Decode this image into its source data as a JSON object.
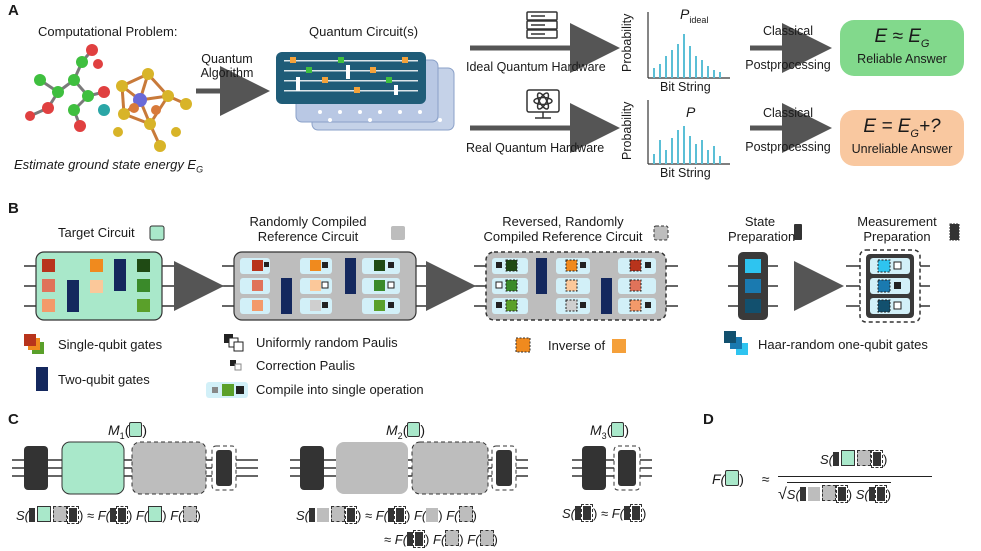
{
  "panels": {
    "a": "A",
    "b": "B",
    "c": "C",
    "d": "D"
  },
  "panel_a": {
    "problem_title": "Computational Problem:",
    "estimate_caption": "Estimate ground state energy E",
    "estimate_sub": "G",
    "algo_line1": "Quantum",
    "algo_line2": "Algorithm",
    "circuits_title": "Quantum Circuit(s)",
    "ideal_hw": "Ideal Quantum Hardware",
    "real_hw": "Real Quantum Hardware",
    "prob_axis": "Probability",
    "bit_axis": "Bit String",
    "p_ideal": "P",
    "p_ideal_sub": "ideal",
    "p_real": "P",
    "classical_line1": "Classical",
    "classical_line2": "Postprocessing",
    "reliable_eq": "E ≈ E",
    "reliable_sub": "G",
    "reliable_label": "Reliable Answer",
    "unreliable_eq": "E = E",
    "unreliable_sub": "G",
    "unreliable_tail": "+?",
    "unreliable_label": "Unreliable Answer",
    "colors": {
      "reliable": "#82d98c",
      "unreliable": "#f9c8a0",
      "circuit": "#1f5c78",
      "hist": "#5bbfd6"
    }
  },
  "panel_b": {
    "target_title": "Target Circuit",
    "ref_title1": "Randomly Compiled",
    "ref_title2": "Reference Circuit",
    "rev_title1": "Reversed, Randomly",
    "rev_title2": "Compiled Reference Circuit",
    "state_title1": "State",
    "state_title2": "Preparation",
    "meas_title1": "Measurement",
    "meas_title2": "Preparation",
    "legend_single": "Single-qubit gates",
    "legend_two": "Two-qubit gates",
    "legend_paulis": "Uniformly random Paulis",
    "legend_correction": "Correction Paulis",
    "legend_compile": "Compile into single operation",
    "legend_inverse": "Inverse of",
    "legend_haar": "Haar-random one-qubit gates"
  },
  "panel_c": {
    "m1": "M",
    "m1_sub": "1",
    "m2": "M",
    "m2_sub": "2",
    "m3": "M",
    "m3_sub": "3",
    "open": "(",
    "close": ")",
    "s": "S(",
    "f": "F(",
    "approx": "≈"
  },
  "panel_d": {
    "f": "F(",
    "close": ")",
    "approx": "≈",
    "s": "S(",
    "sqrt": "√"
  }
}
